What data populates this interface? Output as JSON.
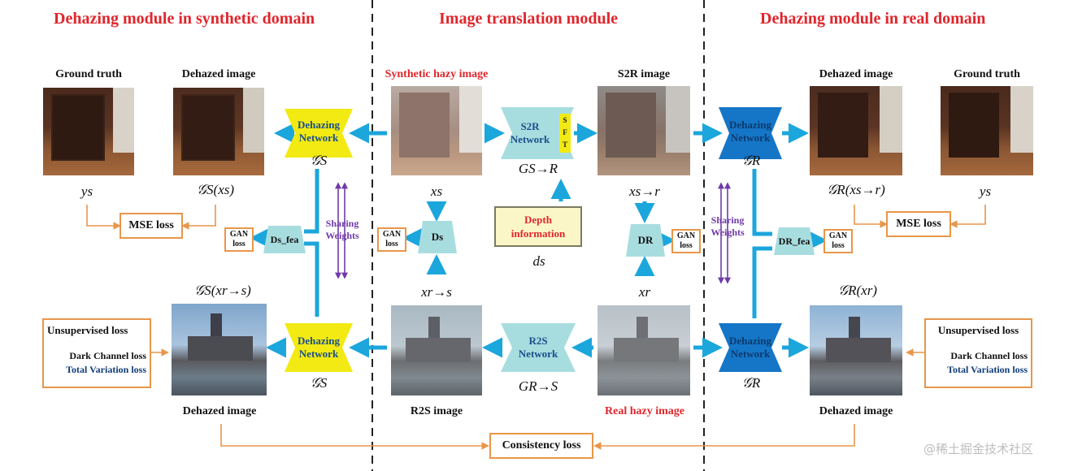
{
  "titles": {
    "synthetic": "Dehazing module in synthetic domain",
    "translation": "Image translation module",
    "real": "Dehazing module in real domain"
  },
  "labels": {
    "gt_left": "Ground truth",
    "dehazed_top_left": "Dehazed image",
    "synthetic_hazy": "Synthetic hazy image",
    "s2r_image": "S2R image",
    "dehazed_top_right": "Dehazed image",
    "gt_right": "Ground truth",
    "dehazed_bottom_left": "Dehazed image",
    "r2s_image": "R2S image",
    "real_hazy": "Real hazy image",
    "dehazed_bottom_right": "Dehazed image"
  },
  "networks": {
    "dehazing": "Dehazing\nNetwork",
    "s2r": "S2R\nNetwork",
    "r2s": "R2S\nNetwork",
    "sft": "S\nF\nT"
  },
  "math": {
    "gs": "𝒢S",
    "gr": "𝒢R",
    "gs_xs": "𝒢S(xs)",
    "gr_xsr": "𝒢R(xs→r)",
    "ys": "ys",
    "xs": "xs",
    "xsr": "xs→r",
    "gsr": "GS→R",
    "grs": "GR→S",
    "ds": "ds",
    "xrs": "xr→s",
    "xr": "xr",
    "gs_xrs": "𝒢S(xr→s)",
    "gr_xr": "𝒢R(xr)"
  },
  "losses": {
    "mse": "MSE loss",
    "gan": "GAN\nloss",
    "unsupervised": "Unsupervised loss",
    "dark_channel": "Dark Channel loss",
    "total_variation": "Total Variation loss",
    "consistency": "Consistency loss"
  },
  "discriminators": {
    "ds_fea": "Ds_fea",
    "ds": "Ds",
    "dr": "DR",
    "dr_fea": "DR_fea"
  },
  "depth": "Depth\ninformation",
  "sharing": "Sharing\nWeights",
  "watermark": "@稀土掘金技术社区",
  "colors": {
    "title_red": "#e0262c",
    "arrow_blue": "#1ba6dc",
    "yellow_net": "#f2ea12",
    "real_net_blue": "#1576c7",
    "translation_net": "#a8dde0",
    "loss_orange": "#e8964a",
    "sharing_purple": "#6f3aa8"
  }
}
